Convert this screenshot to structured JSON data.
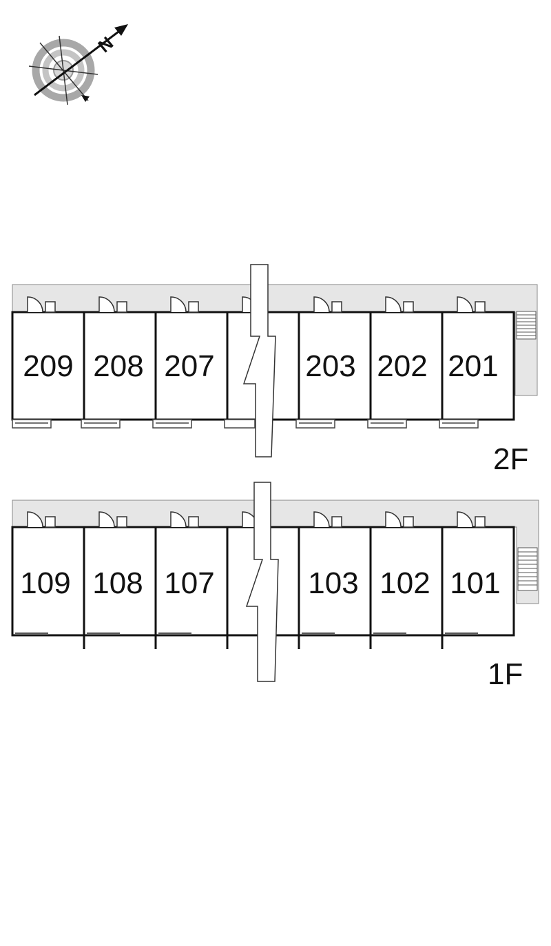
{
  "compass": {
    "north_label": "N"
  },
  "floors": [
    {
      "label": "2F",
      "units": [
        "209",
        "208",
        "207",
        "",
        "203",
        "202",
        "201"
      ]
    },
    {
      "label": "1F",
      "units": [
        "109",
        "108",
        "107",
        "",
        "103",
        "102",
        "101"
      ]
    }
  ],
  "colors": {
    "corridor": "#e6e6e6",
    "wall": "#111111",
    "line": "#555555"
  }
}
